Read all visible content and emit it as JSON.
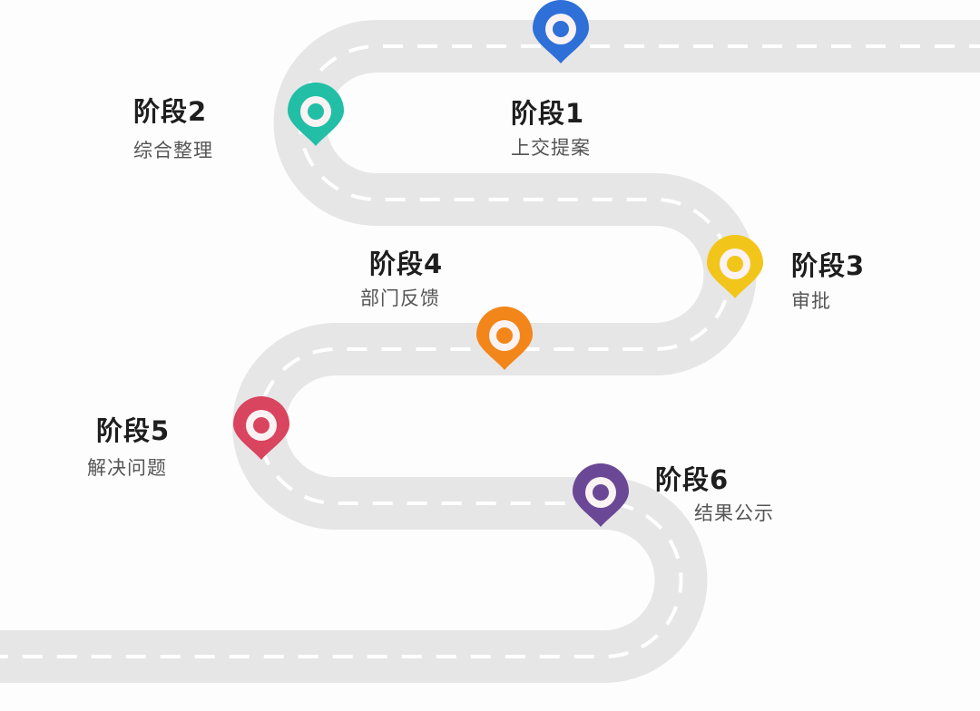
{
  "stages": [
    {
      "title": "阶段1",
      "desc": "上交提案",
      "color": "#2f6fd8"
    },
    {
      "title": "阶段2",
      "desc": "综合整理",
      "color": "#22bfa6"
    },
    {
      "title": "阶段3",
      "desc": "审批",
      "color": "#f2c51a"
    },
    {
      "title": "阶段4",
      "desc": "部门反馈",
      "color": "#f2861a"
    },
    {
      "title": "阶段5",
      "desc": "解决问题",
      "color": "#d9445e"
    },
    {
      "title": "阶段6",
      "desc": "结果公示",
      "color": "#6a4896"
    }
  ],
  "road_color": "#e6e6e6"
}
